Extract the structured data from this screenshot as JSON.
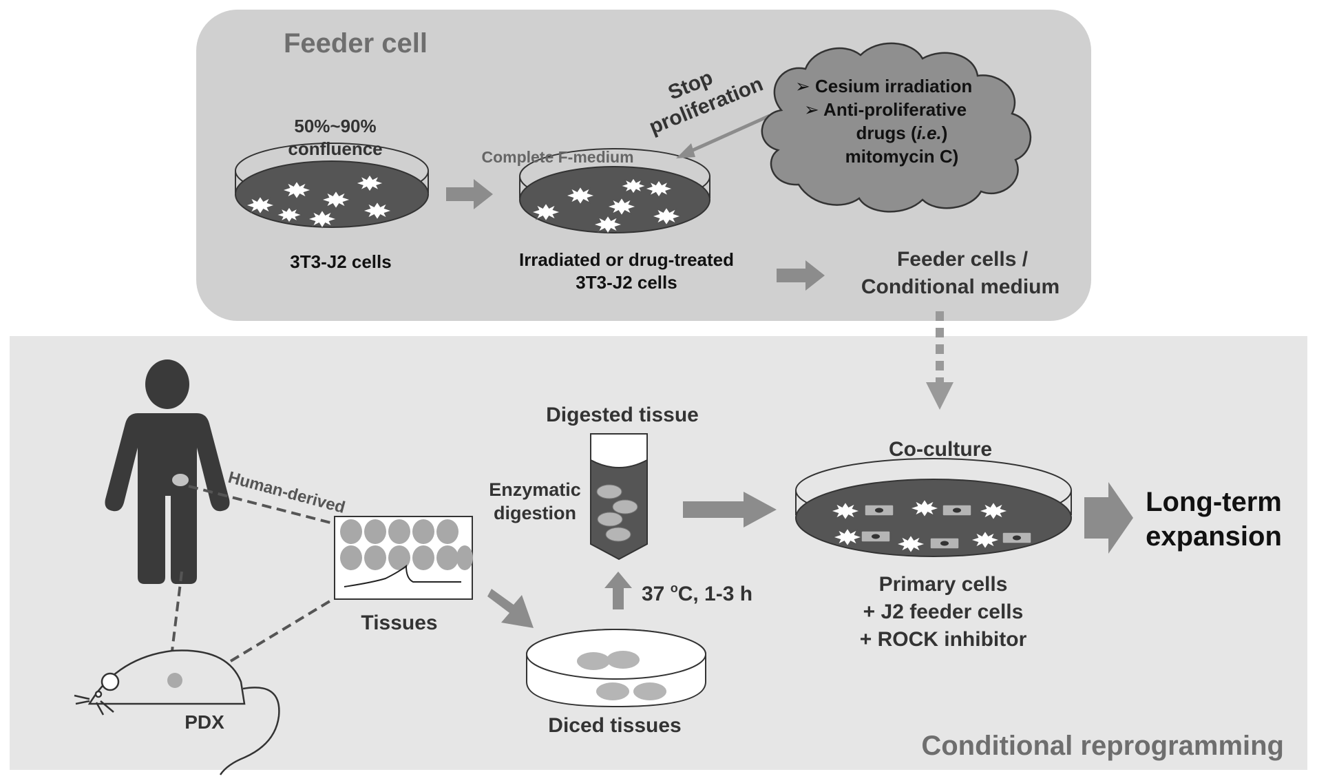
{
  "feeder_panel": {
    "title": "Feeder cell",
    "dish1_confluence_line1": "50%~90%",
    "dish1_confluence_line2": "confluence",
    "dish1_label": "3T3-J2 cells",
    "dish2_medium": "Complete F-medium",
    "dish2_label_line1": "Irradiated or drug-treated",
    "dish2_label_line2": "3T3-J2 cells",
    "stop_line1": "Stop",
    "stop_line2": "proliferation",
    "cloud_item1": "Cesium irradiation",
    "cloud_item2_line1": "Anti-proliferative",
    "cloud_item2_line2_pre": "drugs (",
    "cloud_item2_line2_ital": "i.e.",
    "cloud_item2_line3": "mitomycin C)",
    "output_line1": "Feeder cells /",
    "output_line2": "Conditional medium"
  },
  "cr_panel": {
    "title": "Conditional reprogramming",
    "human_derived": "Human-derived",
    "pdx": "PDX",
    "tissues": "Tissues",
    "diced_tissues": "Diced tissues",
    "digested_tissue": "Digested tissue",
    "enzymatic_line1": "Enzymatic",
    "enzymatic_line2": "digestion",
    "temp_pre": "37 ",
    "temp_sup": "o",
    "temp_post": "C, 1-3 h",
    "coculture": "Co-culture",
    "primary_line1": "Primary cells",
    "primary_line2": "+ J2 feeder cells",
    "primary_line3": "+ ROCK inhibitor",
    "longterm_line1": "Long-term",
    "longterm_line2": "expansion"
  },
  "colors": {
    "feeder_bg": "#d0d0d0",
    "cr_bg": "#e6e6e6",
    "dark": "#3a3a3a",
    "arrow": "#8c8c8c",
    "cloud": "#8f8f8f",
    "title_gray": "#6e6e6e"
  }
}
